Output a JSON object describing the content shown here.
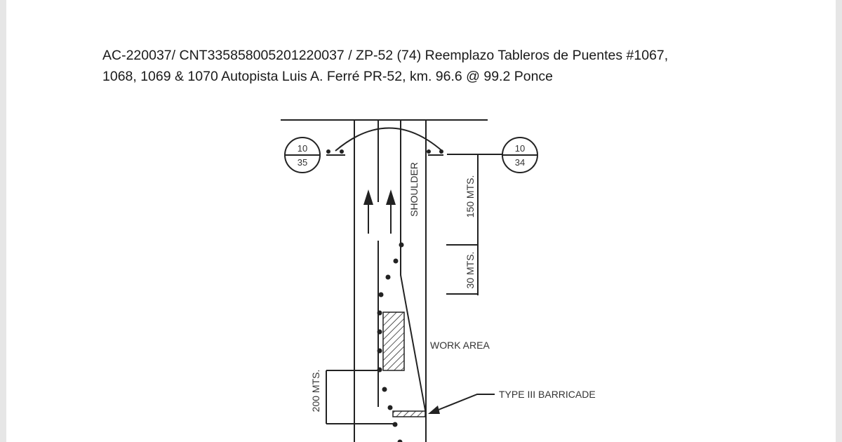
{
  "document": {
    "title_line1": "AC-220037/ CNT335858005201220037 / ZP-52 (74) Reemplazo Tableros de Puentes #1067,",
    "title_line2": "1068, 1069 & 1070 Autopista Luis A. Ferré PR-52, km. 96.6 @ 99.2 Ponce"
  },
  "diagram": {
    "sign_left": {
      "top": "10",
      "bottom": "35"
    },
    "sign_right": {
      "top": "10",
      "bottom": "34"
    },
    "shoulder_label": "SHOULDER",
    "dim_150": "150 MTS.",
    "dim_30": "30 MTS.",
    "dim_200": "200 MTS.",
    "work_area_label": "WORK AREA",
    "barricade_label": "TYPE III BARRICADE"
  }
}
